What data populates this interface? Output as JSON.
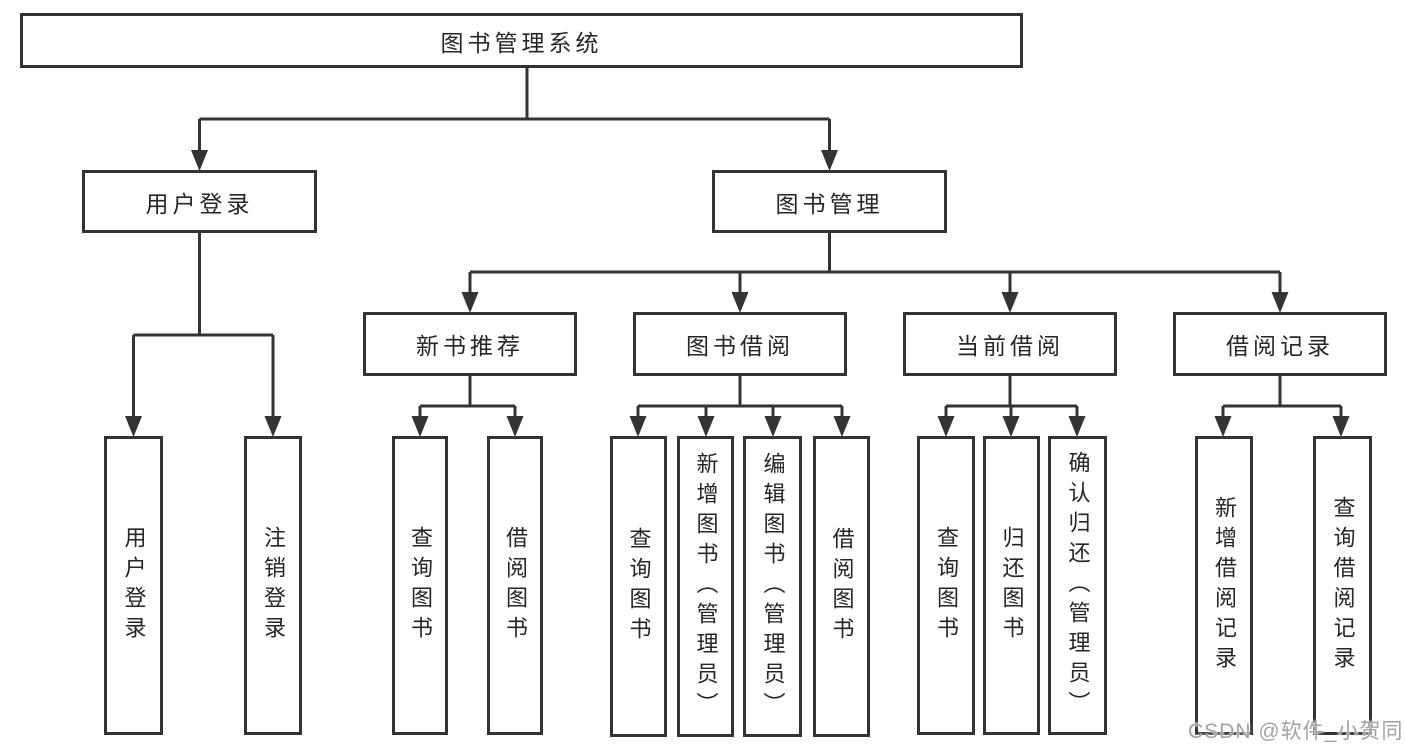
{
  "diagram": {
    "title": "图书管理系统",
    "nodes": {
      "root": {
        "label": "图书管理系统"
      },
      "user_login": {
        "label": "用户登录"
      },
      "book_mgmt": {
        "label": "图书管理"
      },
      "new_book_rec": {
        "label": "新书推荐"
      },
      "book_borrow": {
        "label": "图书借阅"
      },
      "current_borrow": {
        "label": "当前借阅"
      },
      "borrow_records": {
        "label": "借阅记录"
      },
      "login": {
        "label": "用户登录"
      },
      "logout": {
        "label": "注销登录"
      },
      "nb_search": {
        "label": "查询图书"
      },
      "nb_borrow": {
        "label": "借阅图书"
      },
      "bb_search": {
        "label": "查询图书"
      },
      "bb_add": {
        "label": "新增图书（管理员）"
      },
      "bb_edit": {
        "label": "编辑图书（管理员）"
      },
      "bb_borrow": {
        "label": "借阅图书"
      },
      "cb_search": {
        "label": "查询图书"
      },
      "cb_return": {
        "label": "归还图书"
      },
      "cb_confirm": {
        "label": "确认归还（管理员）"
      },
      "br_add": {
        "label": "新增借阅记录"
      },
      "br_search": {
        "label": "查询借阅记录"
      }
    },
    "watermark": {
      "text": "CSDN @软件_小贺同学"
    },
    "colors": {
      "line": "#333333",
      "box_border": "#333333",
      "box_fill": "#ffffff",
      "text": "#262626",
      "watermark": "#a3a3a3"
    }
  }
}
